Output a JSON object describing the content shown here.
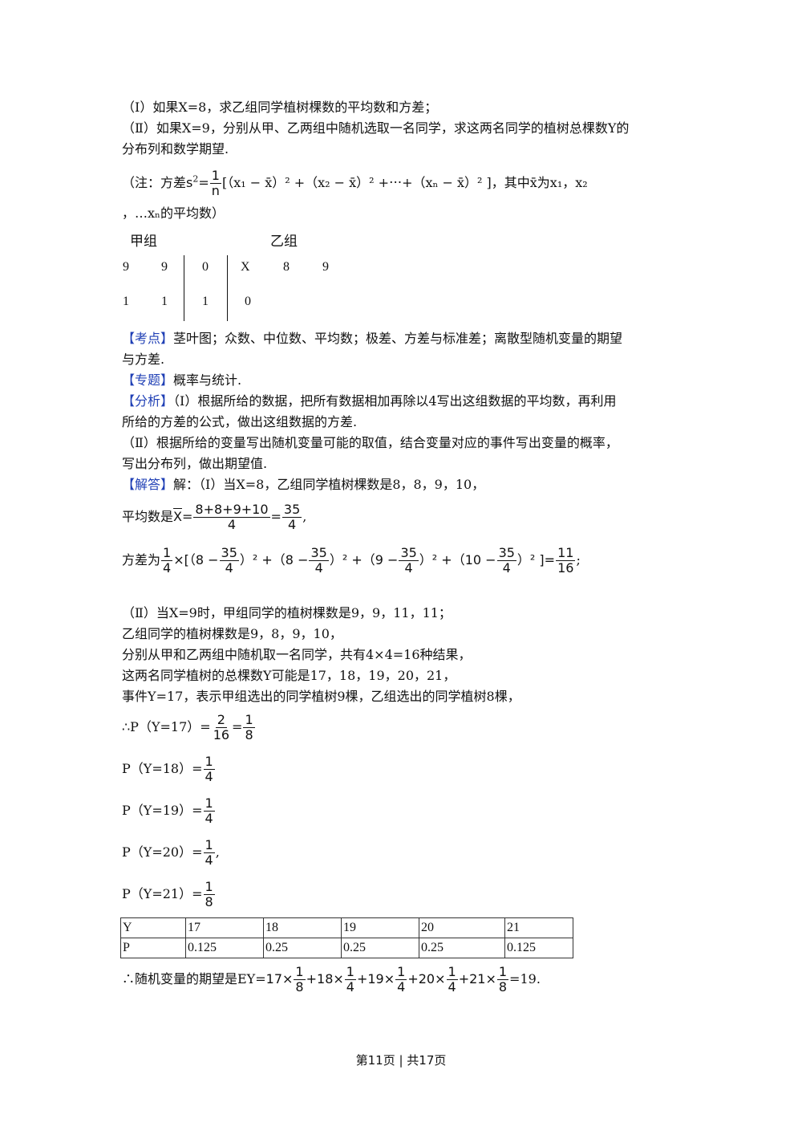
{
  "q1": "（Ⅰ）如果X=8，求乙组同学植树棵数的平均数和方差；",
  "q2a": "（Ⅱ）如果X=9，分别从甲、乙两组中随机选取一名同学，求这两名同学的植树总棵数Y的",
  "q2b": "分布列和数学期望.",
  "note": {
    "prefix": "（注：方差",
    "s": "s",
    "eq": "=",
    "one": "1",
    "n": "n",
    "body": "[（x₁ − x̄）² +（x₂ − x̄）² +⋯+（xₙ − x̄）² ]，其中x̄为x₁，x₂",
    "line2": "，…xₙ的平均数）"
  },
  "stemleaf": {
    "group_a": "甲组",
    "group_b": "乙组",
    "row1_left": [
      "9",
      "9"
    ],
    "row1_stem": "0",
    "row1_right": [
      "X",
      "8",
      "9"
    ],
    "row2_left": [
      "1",
      "1"
    ],
    "row2_stem": "1",
    "row2_right": [
      "0"
    ]
  },
  "kaodian_tag": "【考点】",
  "kaodian": "茎叶图；众数、中位数、平均数；极差、方差与标准差；离散型随机变量的期望",
  "kaodian2": "与方差.",
  "zhuanti_tag": "【专题】",
  "zhuanti": "概率与统计.",
  "fenxi_tag": "【分析】",
  "fenxi1": "（Ⅰ）根据所给的数据，把所有数据相加再除以4写出这组数据的平均数，再利用",
  "fenxi2": "所给的方差的公式，做出这组数据的方差.",
  "fenxi3": "（Ⅱ）根据所给的变量写出随机变量可能的取值，结合变量对应的事件写出变量的概率，",
  "fenxi4": "写出分布列，做出期望值.",
  "jieda_tag": "【解答】",
  "jieda1": "解：（Ⅰ）当X=8，乙组同学植树棵数是8，8，9，10，",
  "mean": {
    "prefix": "平均数是",
    "xbar": "X",
    "eq1": "=",
    "num": "8+8+9+10",
    "den": "4",
    "eq2": "=",
    "rnum": "35",
    "rden": "4",
    "tail": ","
  },
  "var": {
    "prefix": "方差为",
    "qnum": "1",
    "qden": "4",
    "body1": "×[（8 −",
    "f": "35",
    "fd": "4",
    "body2": "）² +（8 −",
    "body3": "）² +（9 −",
    "body4": "）² +（10 −",
    "body5": "）² ]=",
    "rnum": "11",
    "rden": "16",
    "tail": ";"
  },
  "p2_1": "（Ⅱ）当X=9时，甲组同学的植树棵数是9，9，11，11；",
  "p2_2": "乙组同学的植树棵数是9，8，9，10，",
  "p2_3": "分别从甲和乙两组中随机取一名同学，共有4×4=16种结果，",
  "p2_4": "这两名同学植树的总棵数Y可能是17，18，19，20，21，",
  "p2_5": "事件Y=17，表示甲组选出的同学植树9棵，乙组选出的同学植树8棵，",
  "probs": [
    {
      "label": "∴P（Y=17）=",
      "num": "2",
      "den": "16",
      "eq": "=",
      "num2": "1",
      "den2": "8",
      "tail": ""
    },
    {
      "label": "P（Y=18）=",
      "num": "1",
      "den": "4",
      "eq": "",
      "num2": "",
      "den2": "",
      "tail": ""
    },
    {
      "label": "P（Y=19）=",
      "num": "1",
      "den": "4",
      "eq": "",
      "num2": "",
      "den2": "",
      "tail": ""
    },
    {
      "label": "P（Y=20）=",
      "num": "1",
      "den": "4",
      "eq": "",
      "num2": "",
      "den2": "",
      "tail": ","
    },
    {
      "label": "P（Y=21）=",
      "num": "1",
      "den": "8",
      "eq": "",
      "num2": "",
      "den2": "",
      "tail": ""
    }
  ],
  "table": {
    "header": [
      "Y",
      "17",
      "18",
      "19",
      "20",
      "21"
    ],
    "row": [
      "P",
      "0.125",
      "0.25",
      "0.25",
      "0.25",
      "0.125"
    ]
  },
  "expect": {
    "prefix": "∴随机变量的期望是EY=",
    "t1": "17×",
    "t2": "+18×",
    "t3": "+19×",
    "t4": "+20×",
    "t5": "+21×",
    "n1": "1",
    "d1": "8",
    "n2": "1",
    "d2": "4",
    "n3": "1",
    "d3": "4",
    "n4": "1",
    "d4": "4",
    "n5": "1",
    "d5": "8",
    "result": "=19."
  },
  "footer": "第11页 | 共17页"
}
